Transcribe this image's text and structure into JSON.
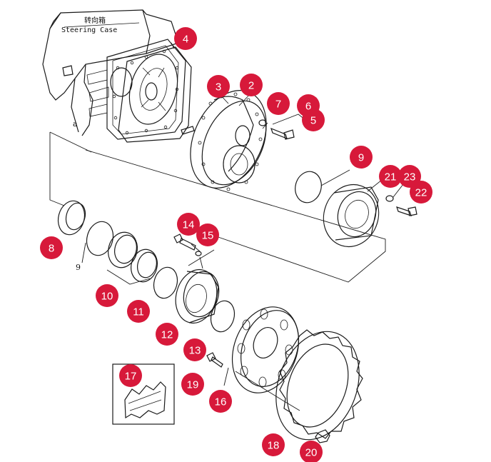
{
  "case_label": {
    "chinese": "转向箱",
    "english": "Steering Case",
    "side_letter": "a"
  },
  "inline_labels": {
    "ring_nine": "9"
  },
  "callouts": [
    {
      "id": "callout-4",
      "label": "4"
    },
    {
      "id": "callout-3",
      "label": "3"
    },
    {
      "id": "callout-2",
      "label": "2"
    },
    {
      "id": "callout-7",
      "label": "7"
    },
    {
      "id": "callout-6",
      "label": "6"
    },
    {
      "id": "callout-5",
      "label": "5"
    },
    {
      "id": "callout-9",
      "label": "9"
    },
    {
      "id": "callout-21",
      "label": "21"
    },
    {
      "id": "callout-23",
      "label": "23"
    },
    {
      "id": "callout-22",
      "label": "22"
    },
    {
      "id": "callout-8",
      "label": "8"
    },
    {
      "id": "callout-14",
      "label": "14"
    },
    {
      "id": "callout-15",
      "label": "15"
    },
    {
      "id": "callout-10",
      "label": "10"
    },
    {
      "id": "callout-11",
      "label": "11"
    },
    {
      "id": "callout-12",
      "label": "12"
    },
    {
      "id": "callout-13",
      "label": "13"
    },
    {
      "id": "callout-17",
      "label": "17"
    },
    {
      "id": "callout-19",
      "label": "19"
    },
    {
      "id": "callout-16",
      "label": "16"
    },
    {
      "id": "callout-18",
      "label": "18"
    },
    {
      "id": "callout-20",
      "label": "20"
    }
  ],
  "colors": {
    "marker": "#d7193a",
    "line": "#1a1a1a"
  }
}
